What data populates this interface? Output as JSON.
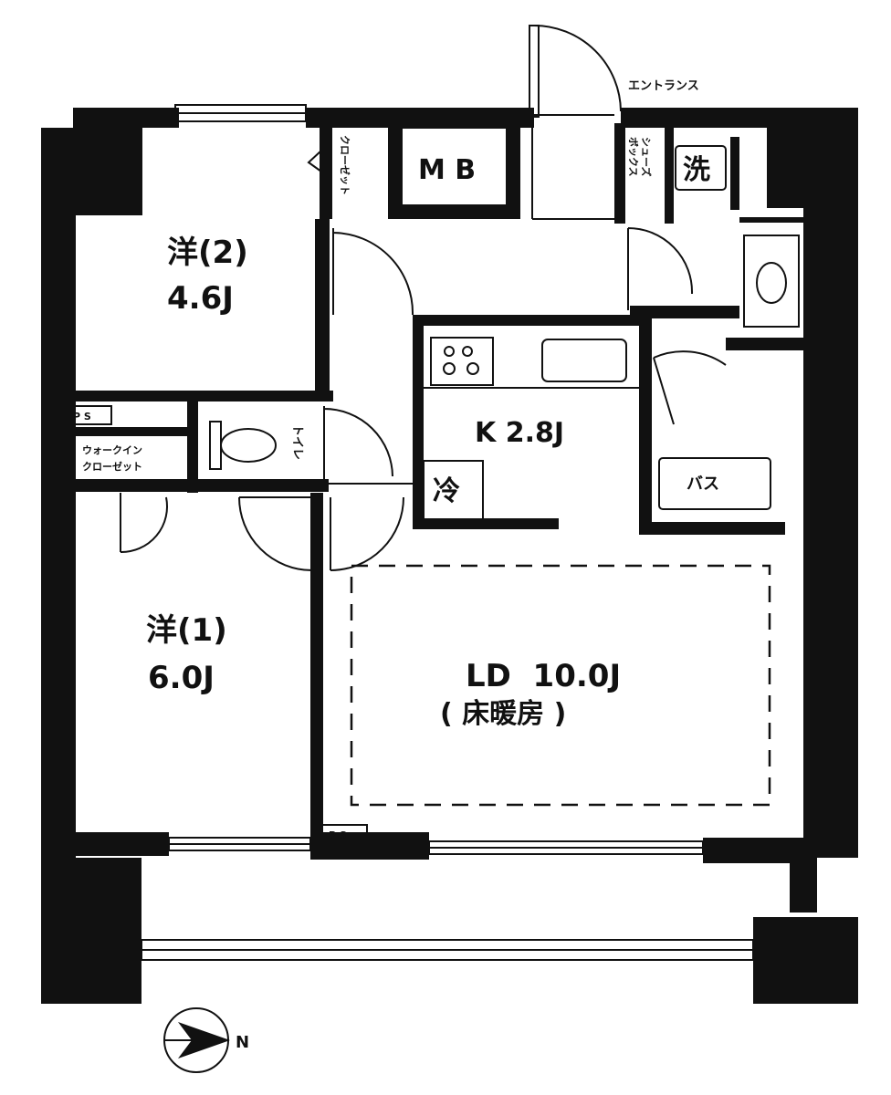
{
  "rooms": {
    "western2": {
      "name": "洋(2)",
      "size": "4.6J"
    },
    "western1": {
      "name": "洋(1)",
      "size": "6.0J"
    },
    "kitchen": "K 2.8J",
    "living": {
      "name": "LD  10.0J",
      "note": "( 床暖房 )"
    }
  },
  "labels": {
    "entrance": "エントランス",
    "mb": "M B",
    "closet": "クローゼット",
    "shoe_box_1": "シューズ",
    "shoe_box_2": "ボックス",
    "wash": "洗",
    "ps": "P S",
    "walkin_1": "ウォークイン",
    "walkin_2": "クローゼット",
    "toilet": "トイレ",
    "fridge": "冷",
    "bath": "バス",
    "compass_n": "N"
  }
}
